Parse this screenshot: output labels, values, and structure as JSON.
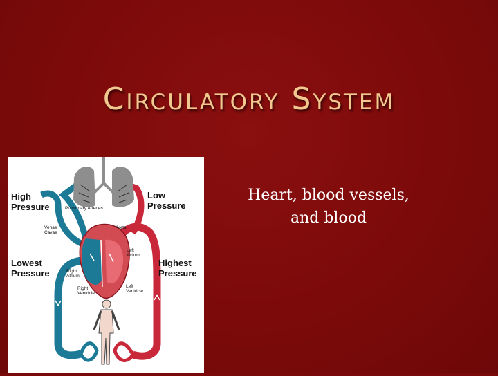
{
  "slide": {
    "title": "Circulatory System",
    "subtitle_line1": "Heart, blood vessels,",
    "subtitle_line2": "and blood"
  },
  "diagram": {
    "high_pressure_1": "High",
    "high_pressure_2": "Pressure",
    "low_pressure_1": "Low",
    "low_pressure_2": "Pressure",
    "lowest_pressure_1": "Lowest",
    "lowest_pressure_2": "Pressure",
    "highest_pressure_1": "Highest",
    "highest_pressure_2": "Pressure",
    "pulmonary_arteries": "Pulmonary Arteries",
    "venae_cavae_1": "Venae",
    "venae_cavae_2": "Cavae",
    "aorta": "Aorta",
    "left_atrium_1": "Left",
    "left_atrium_2": "Atrium",
    "right_atrium_1": "Right",
    "right_atrium_2": "Atrium",
    "left_ventricle_1": "Left",
    "left_ventricle_2": "Ventricle",
    "right_ventricle_1": "Right",
    "right_ventricle_2": "Ventricle"
  },
  "colors": {
    "background": "#7a0a0a",
    "title": "#f0c890",
    "oxygenated": "#c8283a",
    "deoxygenated": "#1c7a96",
    "lungs": "#8e8e8e"
  }
}
